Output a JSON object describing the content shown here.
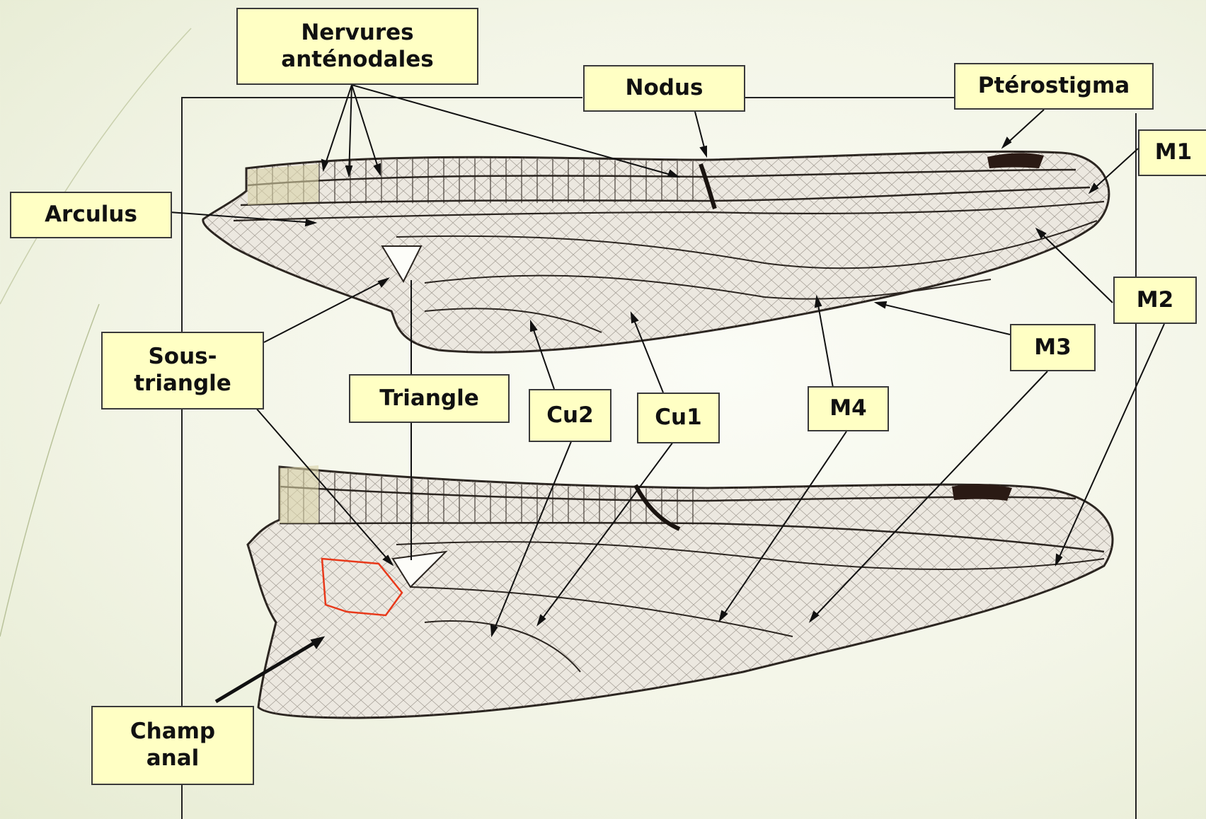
{
  "labels": {
    "nervures_antenodales": "Nervures\nanténodales",
    "nodus": "Nodus",
    "pterostigma": "Ptérostigma",
    "m1": "M1",
    "arculus": "Arculus",
    "m2": "M2",
    "m3": "M3",
    "sous_triangle": "Sous-\ntriangle",
    "triangle": "Triangle",
    "cu2": "Cu2",
    "cu1": "Cu1",
    "m4": "M4",
    "champ_anal": "Champ\nanal"
  },
  "colors": {
    "label_fill": "#ffffc4",
    "label_border": "#3a3a3a",
    "wing_membrane": "#ece8e0",
    "wing_vein": "#2b2520",
    "pterostigma": "#2a1a14",
    "subtriangle_outline": "#e8391a",
    "background": "#f3f5e7"
  }
}
